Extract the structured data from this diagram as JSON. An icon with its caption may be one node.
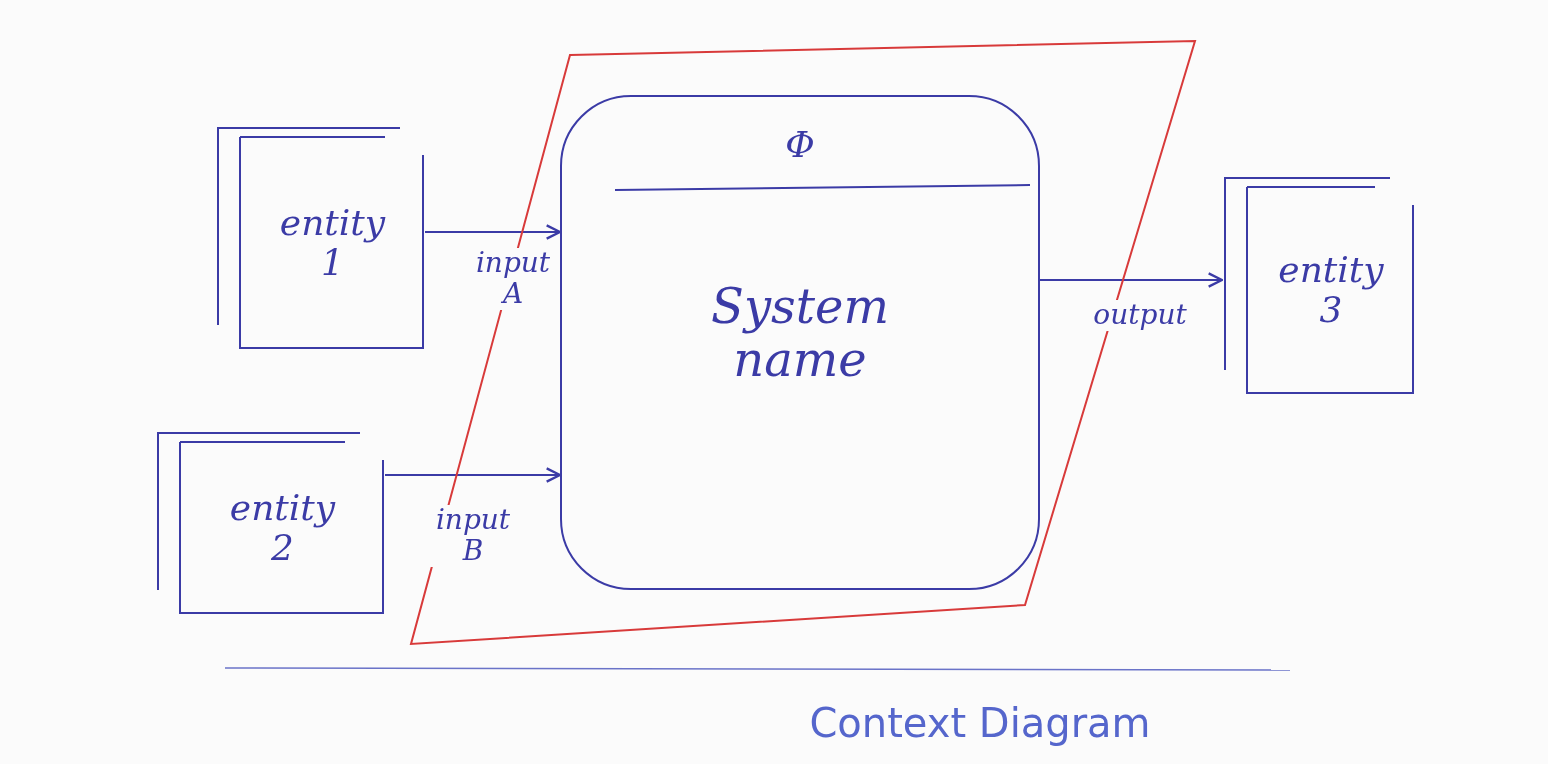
{
  "diagram": {
    "caption": "Context Diagram",
    "nodes": [
      {
        "text": [
          "entity 1"
        ]
      },
      {
        "text": [
          "entity 2"
        ]
      },
      {
        "text": [],
        "shape": "parallelogram"
      },
      {
        "text": [
          "Φ",
          "System name"
        ],
        "in": 2
      },
      {
        "text": [
          "entity 3"
        ]
      }
    ],
    "edges": [
      {
        "from": 0,
        "to": 3,
        "arrow": "to",
        "label": "input A"
      },
      {
        "from": 1,
        "to": 3,
        "arrow": "to",
        "label": "input B"
      },
      {
        "from": 3,
        "to": 4,
        "arrow": "to",
        "label": "output"
      }
    ]
  }
}
